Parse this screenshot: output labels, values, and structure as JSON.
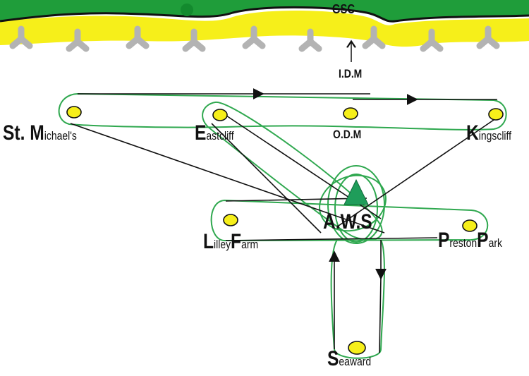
{
  "header": {
    "label": "GSC"
  },
  "idm": {
    "label": "I.D.M"
  },
  "stations": {
    "st_michaels": {
      "initial": "St. M",
      "rest": "ichael's"
    },
    "eastcliff": {
      "initial": "E",
      "rest": "astcliff"
    },
    "odm": {
      "label": "O.D.M"
    },
    "kingscliff": {
      "initial": "K",
      "rest": "ingscliff"
    },
    "lilley_farm": {
      "initial1": "L",
      "rest1": "illey",
      "initial2": "F",
      "rest2": "arm"
    },
    "aws": {
      "label": "A.W.S"
    },
    "preston_park": {
      "initial1": "P",
      "rest1": "reston",
      "initial2": "P",
      "rest2": "ark"
    },
    "seaward": {
      "initial": "S",
      "rest": "eaward"
    }
  },
  "colors": {
    "grass": "#1f9d3a",
    "sand": "#f6ef1a",
    "node_fill": "#f6ef1a",
    "loop": "#2fa84f",
    "track": "#111111",
    "marker": "#1f9d5a",
    "structure": "#b3b3b3"
  }
}
